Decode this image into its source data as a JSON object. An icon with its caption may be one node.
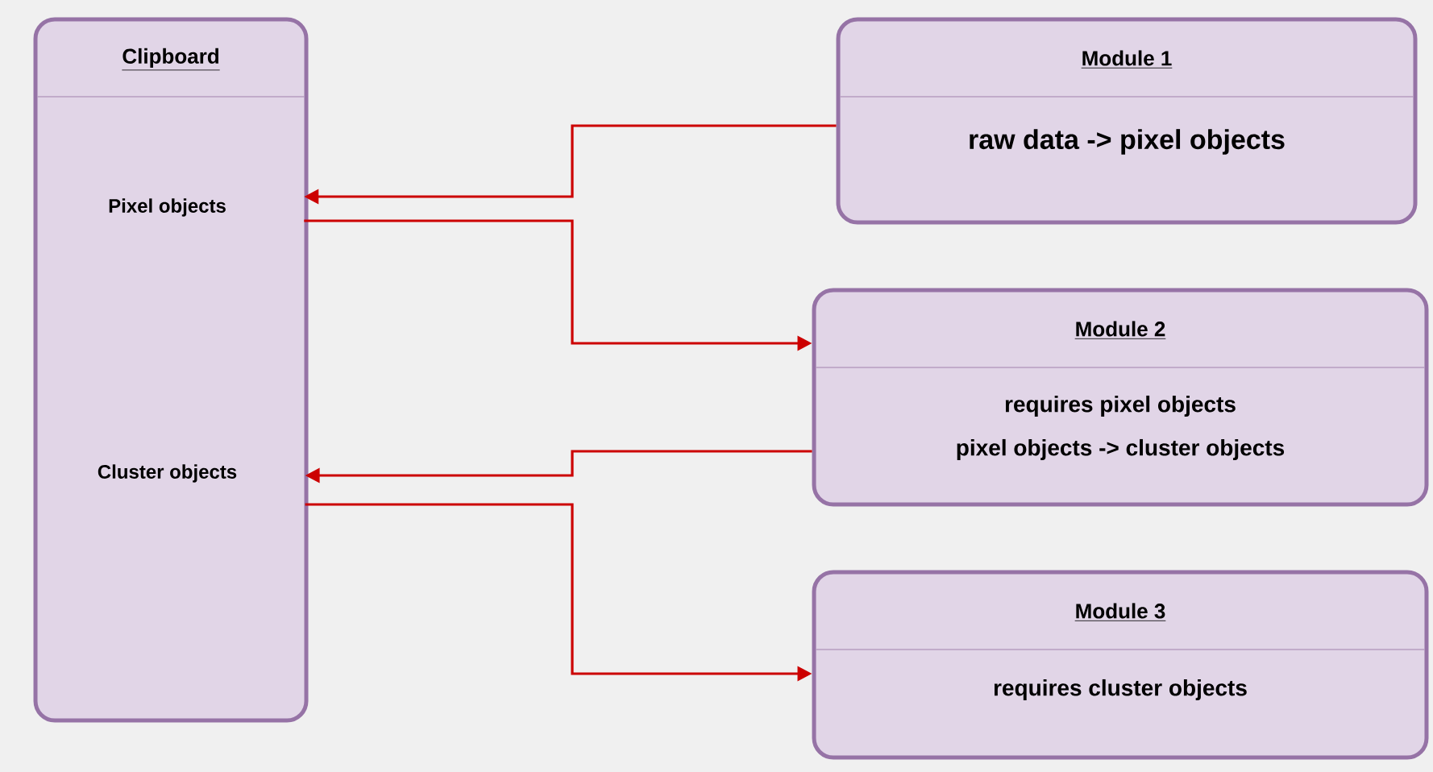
{
  "diagram": {
    "nodes": [
      {
        "text": [
          "Clipboard"
        ]
      },
      {
        "text": [
          "Pixel objects"
        ],
        "in": 0
      },
      {
        "text": [
          "Cluster objects"
        ],
        "in": 0
      },
      {
        "text": [
          "Module 1",
          "raw data -> pixel objects"
        ]
      },
      {
        "text": [
          "Module 2",
          "requires pixel objects",
          "pixel objects -> cluster objects"
        ]
      },
      {
        "text": [
          "Module 3",
          "requires cluster objects"
        ]
      }
    ],
    "edges": [
      {
        "from": 3,
        "to": 1,
        "arrow": "to"
      },
      {
        "from": 1,
        "to": 4,
        "arrow": "to"
      },
      {
        "from": 4,
        "to": 2,
        "arrow": "to"
      },
      {
        "from": 2,
        "to": 5,
        "arrow": "to"
      }
    ]
  }
}
